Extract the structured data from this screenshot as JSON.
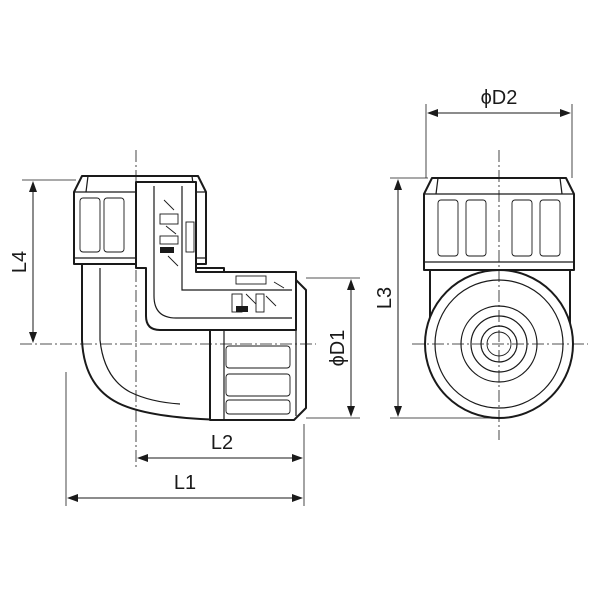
{
  "labels": {
    "L1": "L1",
    "L2": "L2",
    "L3": "L3",
    "L4": "L4",
    "D1": "ϕD1",
    "D2": "ϕD2"
  },
  "colors": {
    "ink": "#1a1a1a",
    "background": "#ffffff"
  }
}
